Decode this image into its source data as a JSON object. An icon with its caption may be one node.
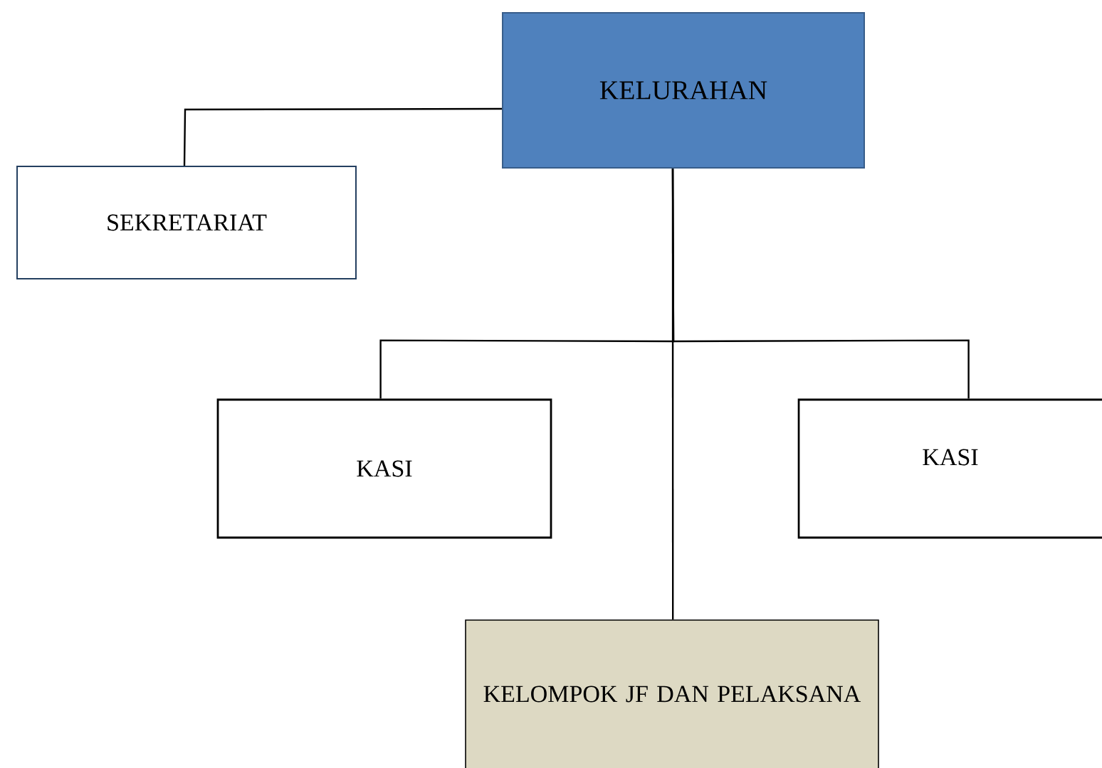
{
  "diagram": {
    "nodes": [
      {
        "text": [
          "KELURAHAN"
        ]
      },
      {
        "text": [
          "SEKRETARIAT"
        ]
      },
      {
        "text": [
          "KASI"
        ]
      },
      {
        "text": [
          "KASI"
        ]
      },
      {
        "text": [
          "KELOMPOK JF DAN PELAKSANA"
        ]
      }
    ],
    "edges": [
      {
        "from": 0,
        "to": 1,
        "arrow": "none"
      },
      {
        "from": 0,
        "to": 2,
        "arrow": "none"
      },
      {
        "from": 0,
        "to": 3,
        "arrow": "none"
      },
      {
        "from": 0,
        "to": 4,
        "arrow": "none"
      }
    ]
  }
}
